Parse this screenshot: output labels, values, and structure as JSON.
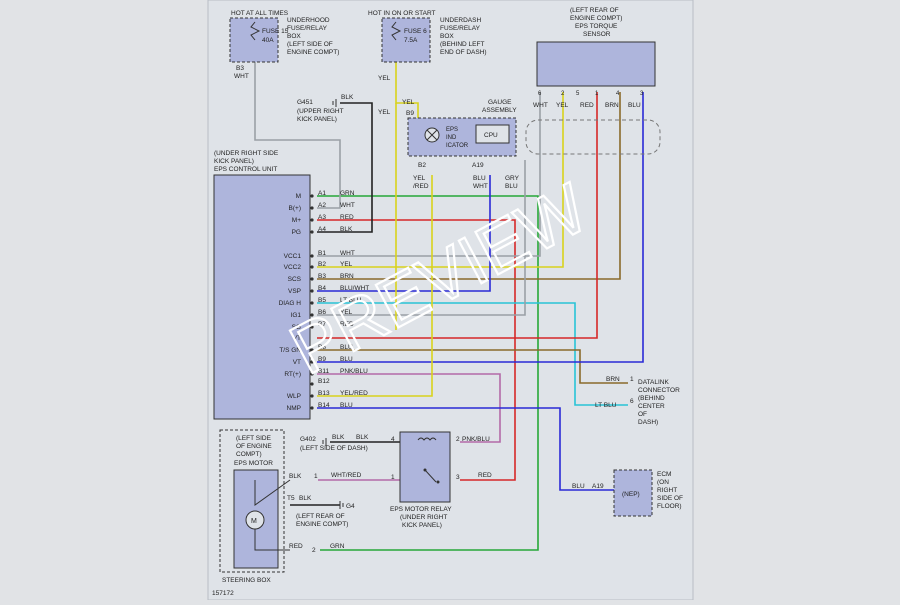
{
  "figure_id": "157172",
  "watermark": "PREVIEW",
  "top_labels": {
    "hot_at_all_times": "HOT AT ALL TIMES",
    "hot_in_on_or_start": "HOT IN ON OR START"
  },
  "fuse15": {
    "name": "FUSE 15",
    "rating": "40A",
    "box": [
      "UNDERHOOD",
      "FUSE/RELAY",
      "BOX",
      "(LEFT SIDE OF",
      "ENGINE COMPT)"
    ],
    "pin": "B3",
    "wire": "WHT"
  },
  "fuse6": {
    "name": "FUSE 6",
    "rating": "7.5A",
    "box": [
      "UNDERDASH",
      "FUSE/RELAY",
      "BOX",
      "(BEHIND LEFT",
      "END OF DASH)"
    ],
    "wire": "YEL"
  },
  "torque_sensor": {
    "label": [
      "(LEFT REAR OF",
      "ENGINE COMPT)",
      "EPS TORQUE",
      "SENSOR"
    ],
    "pins": [
      "6",
      "2",
      "5",
      "1",
      "4",
      "3"
    ],
    "wires": [
      "WHT",
      "YEL",
      "RED",
      "BRN",
      "BLU"
    ]
  },
  "g451": {
    "name": "G451",
    "location": [
      "(UPPER RIGHT",
      "KICK PANEL)"
    ],
    "wire": "BLK"
  },
  "gauge": {
    "title": [
      "GAUGE",
      "ASSEMBLY"
    ],
    "pin_b9": "B9",
    "pin_b2": "B2",
    "pin_a19": "A19",
    "indicator": [
      "EPS",
      "IND",
      "ICATOR"
    ],
    "cpu": "CPU",
    "wire_yel": "YEL",
    "wire_yelred": [
      "YEL",
      "/RED"
    ],
    "wire_bluwht": [
      "BLU",
      "WHT"
    ],
    "wire_gryblu": [
      "GRY",
      "BLU"
    ]
  },
  "control_unit": {
    "label": [
      "(UNDER RIGHT SIDE",
      "KICK PANEL)",
      "EPS CONTROL UNIT"
    ],
    "terminals": [
      "M",
      "B(+)",
      "M+",
      "PG",
      "VCC1",
      "VCC2",
      "SCS",
      "VSP",
      "DIAG H",
      "IG1",
      "SG",
      "VT",
      "T/S GN",
      "VT",
      "RT(+)",
      "WLP",
      "NMP"
    ],
    "pins": [
      {
        "pin": "A1",
        "wire": "GRN"
      },
      {
        "pin": "A2",
        "wire": "WHT"
      },
      {
        "pin": "A3",
        "wire": "RED"
      },
      {
        "pin": "A4",
        "wire": "BLK"
      },
      {
        "pin": "B1",
        "wire": "WHT"
      },
      {
        "pin": "B2",
        "wire": "YEL"
      },
      {
        "pin": "B3",
        "wire": "BRN"
      },
      {
        "pin": "B4",
        "wire": "BLU/WHT"
      },
      {
        "pin": "B5",
        "wire": "LT BLU"
      },
      {
        "pin": "B6",
        "wire": "YEL"
      },
      {
        "pin": "B7",
        "wire": "RED"
      },
      {
        "pin": "B8",
        "wire": "BLU"
      },
      {
        "pin": "B9",
        "wire": "BLU"
      },
      {
        "pin": "B11",
        "wire": "PNK/BLU"
      },
      {
        "pin": "B12",
        "wire": ""
      },
      {
        "pin": "B13",
        "wire": "YEL/RED"
      },
      {
        "pin": "B14",
        "wire": "BLU"
      }
    ]
  },
  "datalink": {
    "label": [
      "DATALINK",
      "CONNECTOR",
      "(BEHIND",
      "CENTER",
      "OF",
      "DASH)"
    ],
    "pin1": "1",
    "pin6": "6",
    "wire_brn": "BRN",
    "wire_ltblu": "LT BLU"
  },
  "motor_box": {
    "label": [
      "(LEFT SIDE",
      "OF ENGINE",
      "COMPT)",
      "EPS MOTOR"
    ],
    "footer": "STEERING BOX",
    "motor": "M",
    "pin1": "1",
    "pin2": "2",
    "wire_blk": "BLK",
    "wire_red": "RED",
    "t5": "T5",
    "t5_wire": "BLK"
  },
  "g402": {
    "name": "G402",
    "location": "(LEFT SIDE OF DASH)",
    "wire1": "BLK",
    "wire2": "BLK"
  },
  "g4": {
    "name": "G4",
    "location": [
      "(LEFT REAR OF",
      "ENGINE COMPT)"
    ]
  },
  "relay": {
    "label": [
      "EPS MOTOR RELAY",
      "(UNDER RIGHT",
      "KICK PANEL)"
    ],
    "pins": [
      "4",
      "2",
      "1",
      "3"
    ],
    "wire_pnkblu": "PNK/BLU",
    "wire_whtred": "WHT/RED",
    "wire_red": "RED"
  },
  "motor_grn_wire": "GRN",
  "ecm": {
    "label": [
      "ECM",
      "(ON",
      "RIGHT",
      "SIDE OF",
      "FLOOR)"
    ],
    "box": "(NEP)",
    "pin": "A19",
    "wire": "BLU"
  },
  "colors": {
    "panel": "#dfe3e8",
    "box_fill": "#aeb5dc",
    "grn": "#27a838",
    "red": "#d62828",
    "blu": "#2a2ad6",
    "yel": "#d9d21c",
    "brn": "#8a6a2a",
    "blk": "#222222",
    "wht": "#9aa0a6",
    "ltblu": "#29c3d6",
    "pnk": "#b36aa8"
  }
}
